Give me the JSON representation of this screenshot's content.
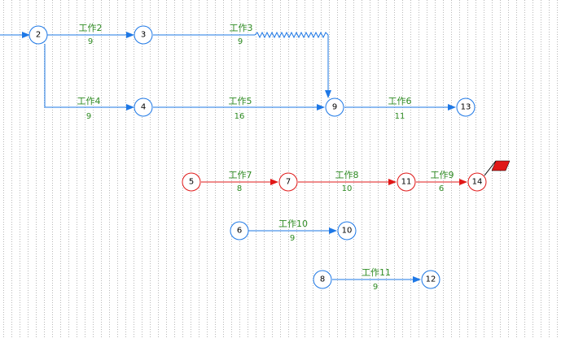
{
  "colors": {
    "normal": "#1e78e6",
    "critical": "#e01818",
    "label": "#2e8b22",
    "grid": "#b8b8b8",
    "flag": "#e01818"
  },
  "nodes": [
    {
      "id": "n2",
      "label": "2",
      "critical": false
    },
    {
      "id": "n3",
      "label": "3",
      "critical": false
    },
    {
      "id": "n4",
      "label": "4",
      "critical": false
    },
    {
      "id": "n9",
      "label": "9",
      "critical": false
    },
    {
      "id": "n13",
      "label": "13",
      "critical": false
    },
    {
      "id": "n5",
      "label": "5",
      "critical": true
    },
    {
      "id": "n7",
      "label": "7",
      "critical": true
    },
    {
      "id": "n11",
      "label": "11",
      "critical": true
    },
    {
      "id": "n14",
      "label": "14",
      "critical": true
    },
    {
      "id": "n6",
      "label": "6",
      "critical": false
    },
    {
      "id": "n10",
      "label": "10",
      "critical": false
    },
    {
      "id": "n8",
      "label": "8",
      "critical": false
    },
    {
      "id": "n12",
      "label": "12",
      "critical": false
    }
  ],
  "tasks": [
    {
      "id": "t2",
      "name": "工作2",
      "duration": "9",
      "critical": false
    },
    {
      "id": "t3",
      "name": "工作3",
      "duration": "9",
      "critical": false
    },
    {
      "id": "t4",
      "name": "工作4",
      "duration": "9",
      "critical": false
    },
    {
      "id": "t5",
      "name": "工作5",
      "duration": "16",
      "critical": false
    },
    {
      "id": "t6",
      "name": "工作6",
      "duration": "11",
      "critical": false
    },
    {
      "id": "t7",
      "name": "工作7",
      "duration": "8",
      "critical": true
    },
    {
      "id": "t8",
      "name": "工作8",
      "duration": "10",
      "critical": true
    },
    {
      "id": "t9",
      "name": "工作9",
      "duration": "6",
      "critical": true
    },
    {
      "id": "t10",
      "name": "工作10",
      "duration": "9",
      "critical": false
    },
    {
      "id": "t11",
      "name": "工作11",
      "duration": "9",
      "critical": false
    }
  ]
}
